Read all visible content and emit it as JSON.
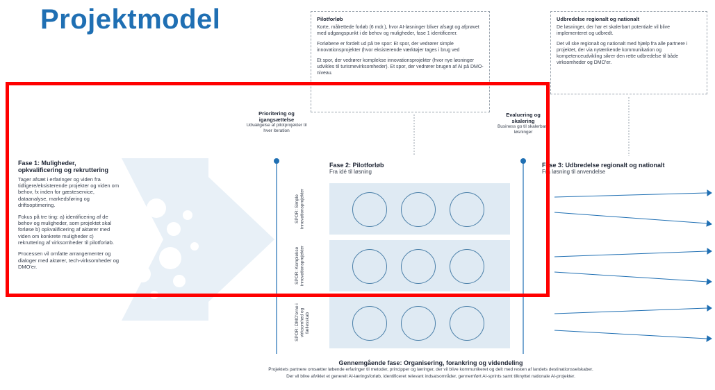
{
  "title": "Projektmodel",
  "notes": {
    "pilot": {
      "heading": "Pilotforløb",
      "p1": "Korte, målrettede forløb (6 mdr.), hvor AI-løsninger bliver afsøgt og afprøvet med udgangspunkt i de behov og muligheder, fase 1 identificerer.",
      "p2": "Forløbene er fordelt ud på tre spor: Et spor, der vedrører simple innovationsprojekter (hvor eksisterende værktøjer tages i brug ved",
      "p3": "Et spor, der vedrører komplekse innovationsprojekter (hvor nye løsninger udvikles til turismevirksomheder). Et spor, der vedrører brugen af AI på DMO-niveau."
    },
    "spread": {
      "heading": "Udbredelse regionalt og nationalt",
      "p1": "De løsninger, der har et skalerbart potentiale vil blive implementeret og udbredt.",
      "p2": "Det vil ske regionalt og nationalt med hjælp fra alle partnere i projektet, der via nytænkende kommunikation og kompetenceudvikling sikrer den rette udbredelse til både virksomheder og DMO'er."
    }
  },
  "gates": {
    "g1": {
      "heading": "Prioritering og igangsættelse",
      "text": "Udvælgelse af pilotprojekter til hver iteration"
    },
    "g2": {
      "heading": "Evaluering og skalering",
      "text": "Business go til skalerbare løsninger"
    }
  },
  "phase1": {
    "heading": "Fase 1: Muligheder, opkvalificering og rekruttering",
    "p1": "Tager afsæt i erfaringer og viden fra tidligere/eksisterende projekter og viden om behov, fx inden for gæsteservice, dataanalyse, markedsføring og driftsoptimering.",
    "p2": "Fokus på tre ting: a) identificering af de behov og muligheder, som projektet skal forløse b) opkvalificering af aktører med viden om konkrete muligheder c) rekruttering af virksomheder til pilotforløb.",
    "p3": "Processen vil omfatte arrangementer og dialoger med aktører, tech-virksomheder og DMO'er."
  },
  "phase2": {
    "heading": "Fase 2: Pilotforløb",
    "sub": "Fra idé til løsning"
  },
  "phase3": {
    "heading": "Fase 3: Udbredelse regionalt og nationalt",
    "sub": "Fra løsning til anvendelse"
  },
  "lanes": [
    {
      "label": "SPOR: Simple innovationsprojekter"
    },
    {
      "label": "SPOR: Komplekse innovationsprojekter"
    },
    {
      "label": "SPOR: DMO'erne i virksomhed og fællesskab"
    }
  ],
  "footer": {
    "heading": "Gennemgående fase: Organisering, forankring og videndeling",
    "line1": "Projektets partnere omsætter løbende erfaringer til metoder, principper og læringer, der vil blive kommunikeret og delt med resten af landets destinationsselskaber.",
    "line2": "Der vil blive afviklet et generelt AI-læringsforløb, identificeret relevant indsatsområder, gennemført AI-sprints samt tilknyttet nationale AI-projekter."
  },
  "colors": {
    "title": "#1f6fb3",
    "highlight": "#ff0000",
    "lane": "#dfeaf3",
    "arrow": "#1f6fb3"
  }
}
